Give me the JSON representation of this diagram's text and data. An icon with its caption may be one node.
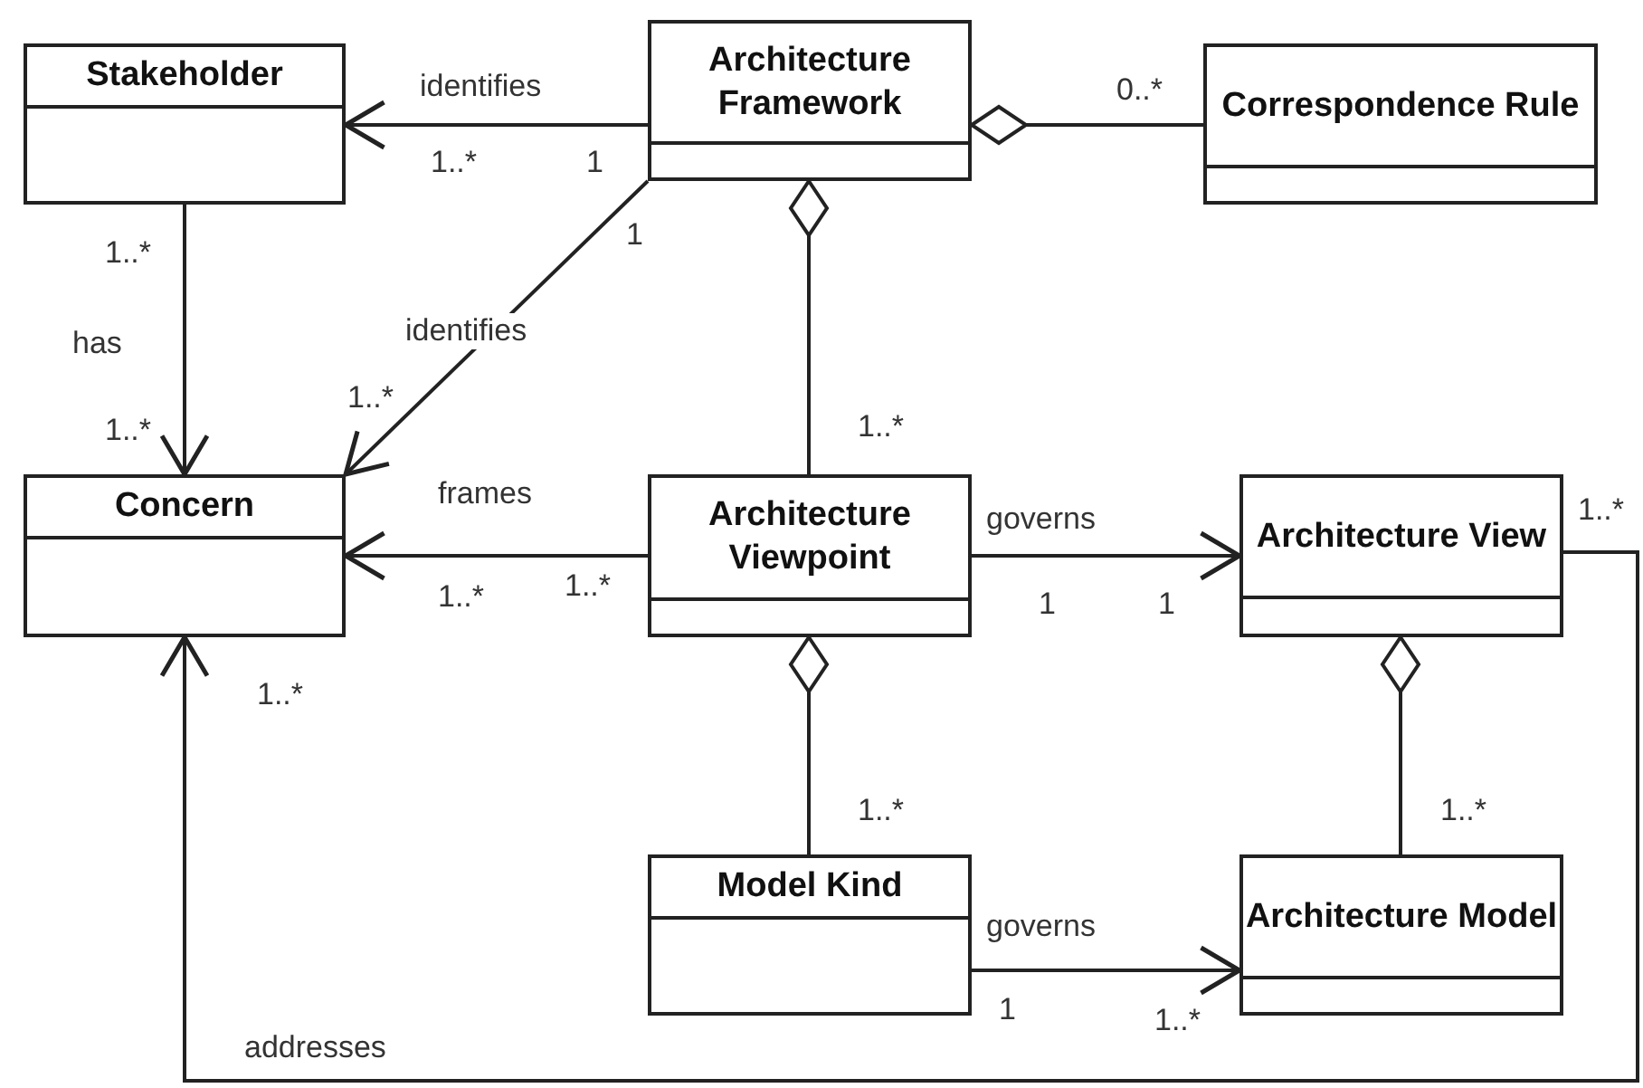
{
  "diagram": {
    "nodes": [
      {
        "text": [
          "Stakeholder"
        ]
      },
      {
        "text": [
          "Architecture Framework"
        ]
      },
      {
        "text": [
          "Correspondence Rule"
        ]
      },
      {
        "text": [
          "Concern"
        ]
      },
      {
        "text": [
          "Architecture Viewpoint"
        ]
      },
      {
        "text": [
          "Architecture View"
        ]
      },
      {
        "text": [
          "Model Kind"
        ]
      },
      {
        "text": [
          "Architecture Model"
        ]
      }
    ],
    "edges": [
      {
        "from": 1,
        "to": 0,
        "arrow": "to",
        "label": "identifies"
      },
      {
        "from": 1,
        "to": 3,
        "arrow": "to",
        "label": "identifies"
      },
      {
        "from": 0,
        "to": 3,
        "arrow": "to",
        "label": "has"
      },
      {
        "from": 1,
        "to": 2,
        "arrow": "other"
      },
      {
        "from": 1,
        "to": 4,
        "arrow": "other"
      },
      {
        "from": 4,
        "to": 3,
        "arrow": "to",
        "label": "frames"
      },
      {
        "from": 4,
        "to": 5,
        "arrow": "to",
        "label": "governs"
      },
      {
        "from": 4,
        "to": 6,
        "arrow": "other"
      },
      {
        "from": 5,
        "to": 7,
        "arrow": "other"
      },
      {
        "from": 6,
        "to": 7,
        "arrow": "to",
        "label": "governs"
      },
      {
        "from": 5,
        "to": 3,
        "arrow": "to",
        "label": "addresses"
      }
    ],
    "labels": [
      "1..*",
      "1",
      "0..*",
      "1",
      "1..*",
      "1..*",
      "1..*",
      "1..*",
      "1..*",
      "1..*",
      "1",
      "1",
      "1..*",
      "1..*",
      "1..*",
      "1..*",
      "1",
      "1..*"
    ]
  }
}
